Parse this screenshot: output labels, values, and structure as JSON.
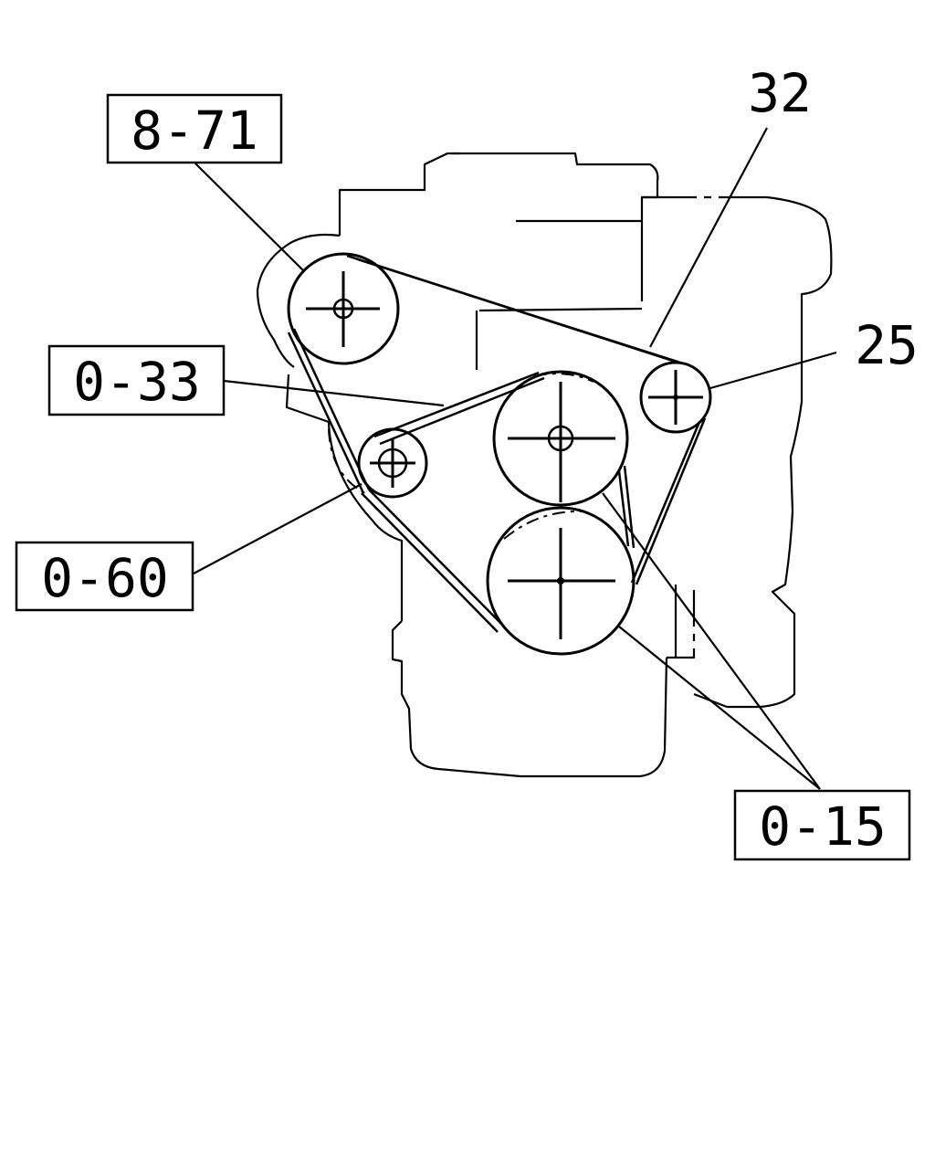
{
  "diagram": {
    "callouts": {
      "c_8_71": "8-71",
      "c_32": "32",
      "c_25": "25",
      "c_0_33": "0-33",
      "c_0_60": "0-60",
      "c_0_15": "0-15"
    },
    "colors": {
      "line": "#000000",
      "background": "#ffffff"
    }
  }
}
